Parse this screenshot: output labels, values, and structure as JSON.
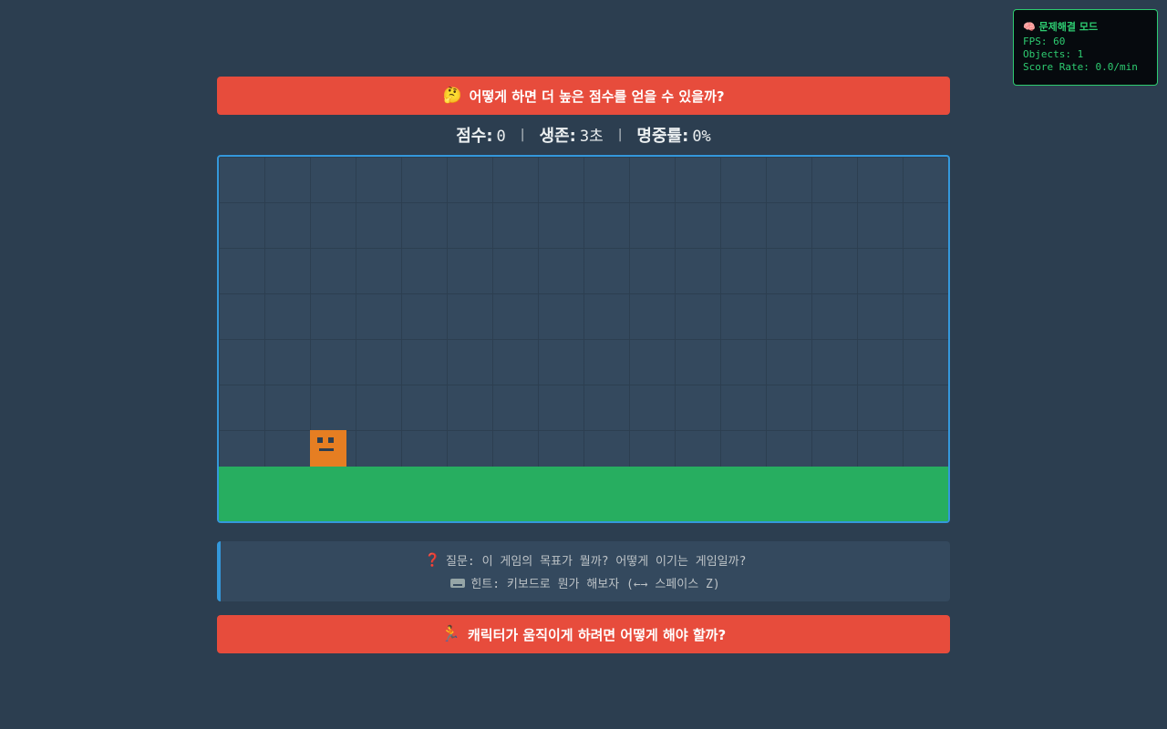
{
  "top_banner": {
    "emoji": "🤔",
    "text": "어떻게 하면 더 높은 점수를 얻을 수 있을까?"
  },
  "stats": {
    "score_label": "점수:",
    "score_value": "0",
    "survive_label": "생존:",
    "survive_value": "3초",
    "accuracy_label": "명중률:",
    "accuracy_value": "0%",
    "separator": "|"
  },
  "game": {
    "player_color": "#e67e22",
    "ground_color": "#27ae60",
    "border_color": "#3498db"
  },
  "info": {
    "question_icon": "❓",
    "question": "질문: 이 게임의 목표가 뭘까? 어떻게 이기는 게임일까?",
    "hint_icon": "keyboard-icon",
    "hint": "힌트: 키보드로 뭔가 해보자 (←→ 스페이스 Z)"
  },
  "bottom_banner": {
    "emoji": "🏃",
    "text": "캐릭터가 움직이게 하려면 어떻게 해야 할까?"
  },
  "debug": {
    "emoji": "🧠",
    "title": "문제해결 모드",
    "fps": "FPS: 60",
    "objects": "Objects: 1",
    "score_rate": "Score Rate: 0.0/min"
  }
}
